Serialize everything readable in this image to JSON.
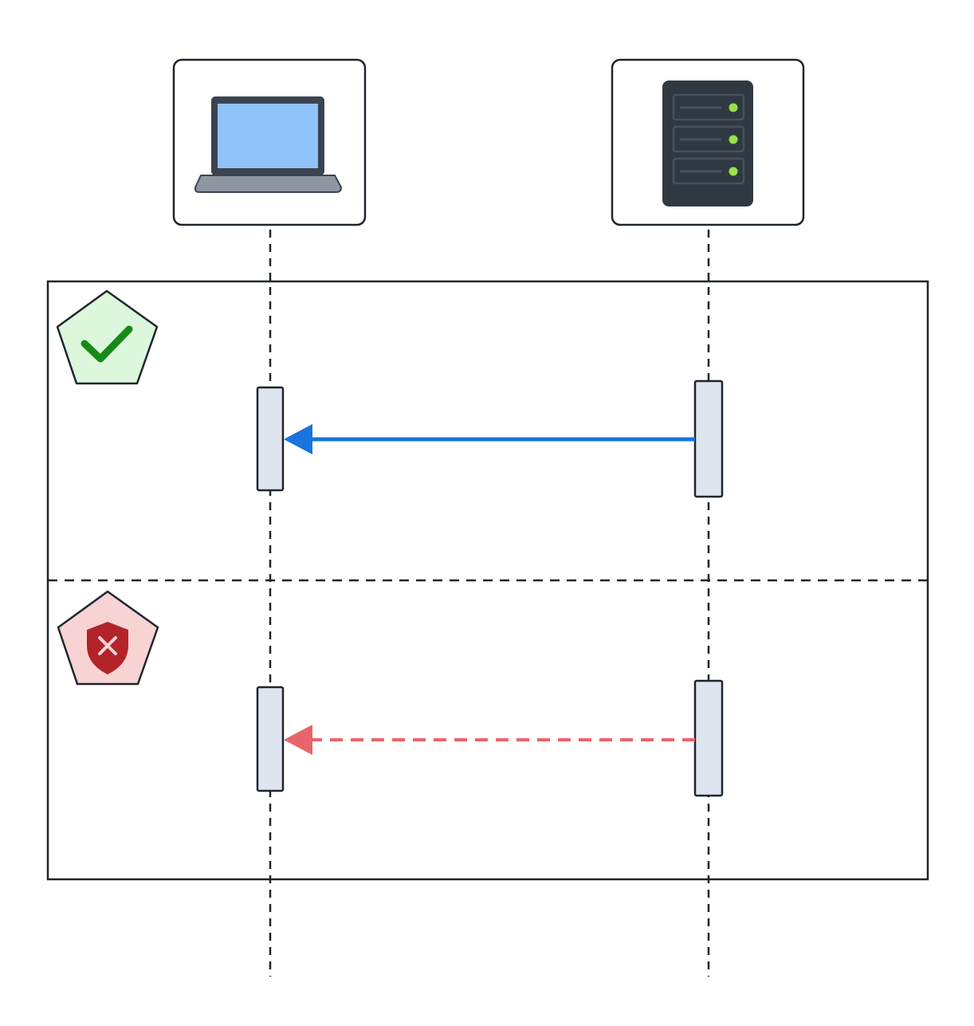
{
  "participants": [
    {
      "id": "client",
      "icon": "laptop-icon"
    },
    {
      "id": "server",
      "icon": "server-icon"
    }
  ],
  "fragment": {
    "type": "alt",
    "sections": [
      {
        "id": "success",
        "status_icon": "check-icon",
        "shield_fill": "#dcf7dc",
        "mark_color": "#168a16"
      },
      {
        "id": "failure",
        "status_icon": "shield-x-icon",
        "shield_fill": "#f8d3d3",
        "mark_color": "#b3232a"
      }
    ]
  },
  "messages": [
    {
      "from": "server",
      "to": "client",
      "section": "success",
      "style": "solid",
      "color": "#1874de"
    },
    {
      "from": "server",
      "to": "client",
      "section": "failure",
      "style": "dashed",
      "color": "#e8666a"
    }
  ],
  "colors": {
    "stroke": "#1e252d",
    "activation_fill": "#dfe5ee",
    "laptop_screen": "#8fc3fa",
    "laptop_body": "#3b4350",
    "laptop_base": "#9aa2ad",
    "server_body": "#2f3942",
    "server_led": "#9be04a"
  }
}
